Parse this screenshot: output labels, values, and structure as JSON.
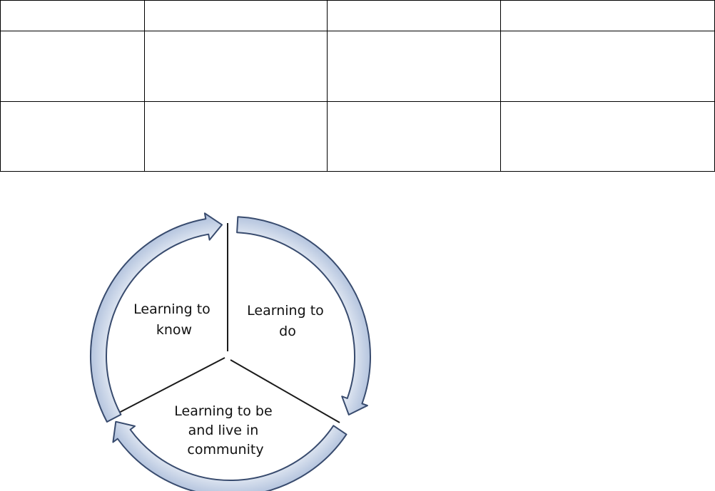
{
  "table": {
    "rows": [
      [
        "",
        "",
        "",
        ""
      ],
      [
        "",
        "",
        "",
        ""
      ],
      [
        "",
        "",
        "",
        ""
      ]
    ]
  },
  "diagram": {
    "segments": [
      {
        "id": "know",
        "lines": [
          "Learning to",
          "know"
        ]
      },
      {
        "id": "do",
        "lines": [
          "Learning to",
          "do"
        ]
      },
      {
        "id": "be",
        "lines": [
          "Learning to be",
          "and live in",
          "community"
        ]
      }
    ],
    "colors": {
      "arrow_fill_light": "#f4f7fb",
      "arrow_fill_dark": "#aebfdb",
      "arrow_outline": "#384b6e",
      "divider": "#1a1a1a"
    }
  }
}
